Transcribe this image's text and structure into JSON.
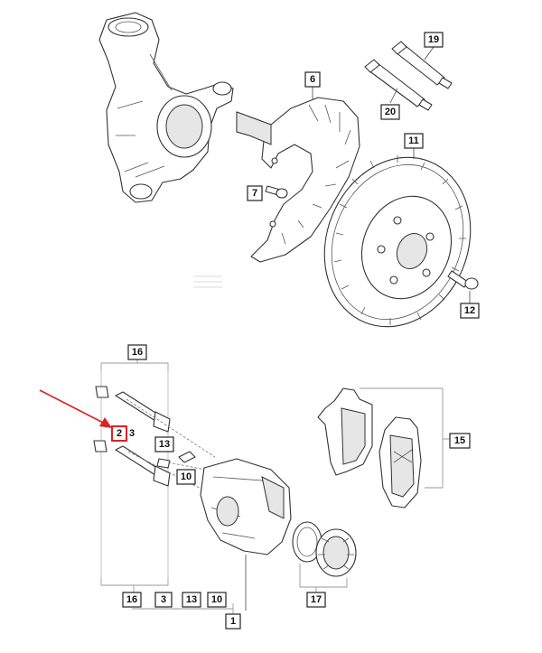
{
  "callouts": {
    "c19": "19",
    "c20": "20",
    "c6": "6",
    "c11": "11",
    "c7": "7",
    "c12": "12",
    "c16_top": "16",
    "c2": "2",
    "c3_mid": "3",
    "c13_mid": "13",
    "c10_mid": "10",
    "c15": "15",
    "c16_bot": "16",
    "c3_bot": "3",
    "c13_bot": "13",
    "c10_bot": "10",
    "c17": "17",
    "c1": "1"
  },
  "colors": {
    "highlight": "#e02020",
    "arrow": "#e02020",
    "line": "#333333"
  }
}
